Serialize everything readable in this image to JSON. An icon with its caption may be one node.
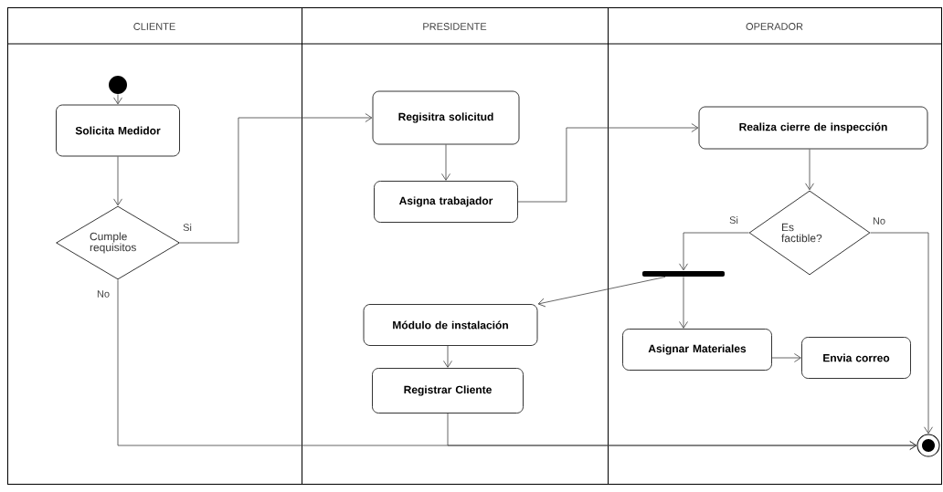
{
  "diagram": {
    "nodes": [
      {
        "text": [
          "CLIENTE"
        ]
      },
      {
        "text": [
          "PRESIDENTE"
        ]
      },
      {
        "text": [
          "OPERADOR"
        ]
      },
      {
        "text": [],
        "shape": "circle",
        "in": 0
      },
      {
        "text": [
          "Solicita Medidor"
        ],
        "in": 0
      },
      {
        "text": [
          "Cumple requisitos"
        ],
        "in": 0
      },
      {
        "text": [
          "Regisitra solicitud"
        ],
        "in": 1
      },
      {
        "text": [
          "Asigna trabajador"
        ],
        "in": 1
      },
      {
        "text": [
          "Realiza cierre de inspección"
        ],
        "in": 2
      },
      {
        "text": [
          "Es factible?"
        ],
        "in": 2
      },
      {
        "text": [],
        "shape": "bar",
        "in": 2
      },
      {
        "text": [
          "Módulo de instalación"
        ],
        "in": 1
      },
      {
        "text": [
          "Registrar Cliente"
        ],
        "in": 1
      },
      {
        "text": [
          "Asignar Materiales"
        ],
        "in": 2
      },
      {
        "text": [
          "Envia correo"
        ],
        "in": 2
      },
      {
        "text": [],
        "shape": "circle",
        "in": 2
      }
    ],
    "edges": [
      {
        "from": 3,
        "to": 4,
        "arrow": "to"
      },
      {
        "from": 4,
        "to": 5,
        "arrow": "to"
      },
      {
        "from": 5,
        "to": 6,
        "arrow": "to",
        "label": "Si"
      },
      {
        "from": 6,
        "to": 7,
        "arrow": "to"
      },
      {
        "from": 7,
        "to": 8,
        "arrow": "to"
      },
      {
        "from": 8,
        "to": 9,
        "arrow": "to"
      },
      {
        "from": 9,
        "to": 10,
        "arrow": "to",
        "label": "Si"
      },
      {
        "from": 9,
        "to": 15,
        "arrow": "to",
        "label": "No"
      },
      {
        "from": 10,
        "to": 11,
        "arrow": "to"
      },
      {
        "from": 10,
        "to": 13,
        "arrow": "to"
      },
      {
        "from": 13,
        "to": 14,
        "arrow": "to"
      },
      {
        "from": 11,
        "to": 12,
        "arrow": "to"
      },
      {
        "from": 5,
        "to": 15,
        "arrow": "to",
        "label": "No"
      },
      {
        "from": 12,
        "to": 15,
        "arrow": "to"
      }
    ]
  }
}
